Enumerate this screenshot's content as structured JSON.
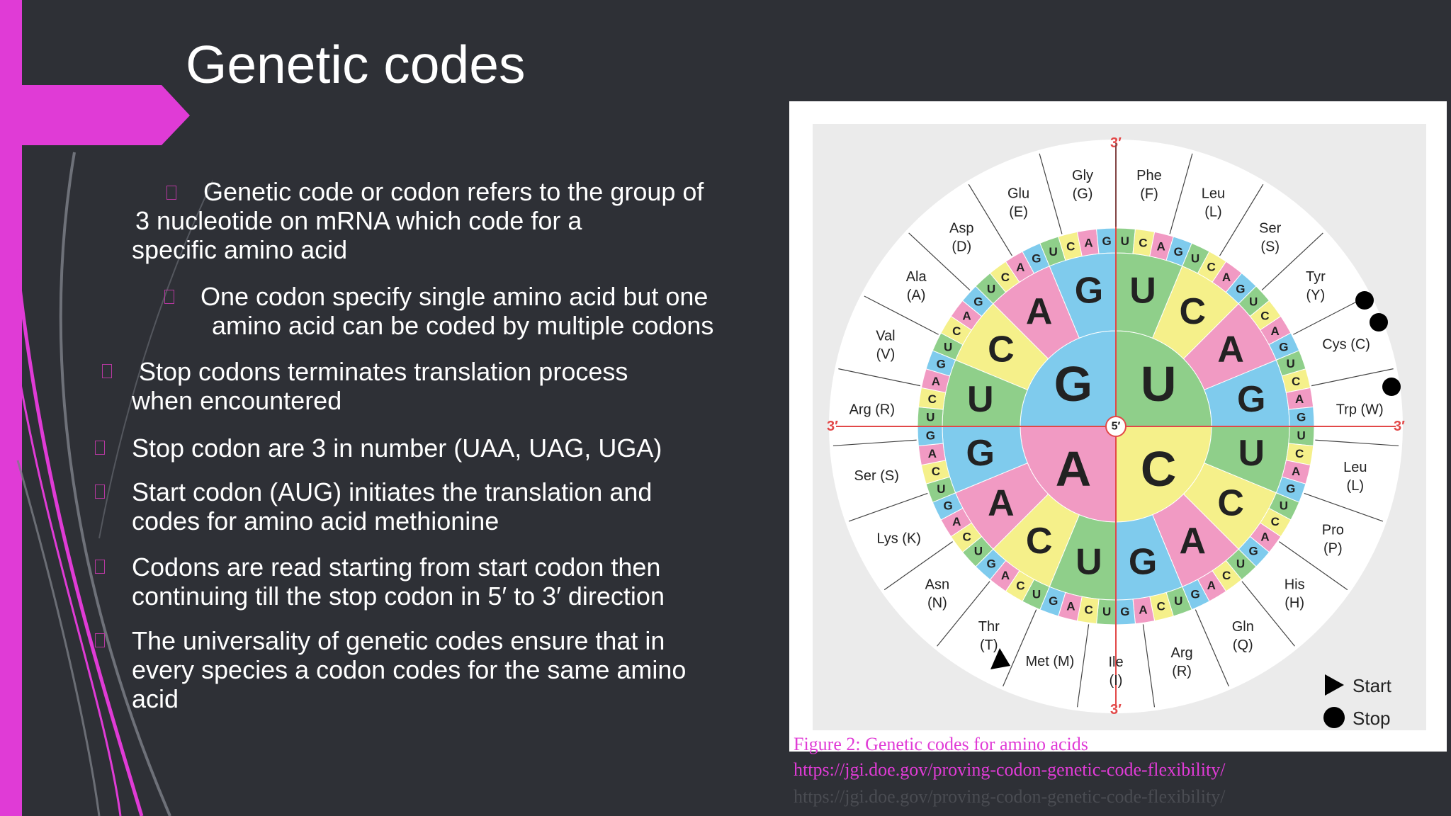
{
  "slide": {
    "title": "Genetic codes",
    "colors": {
      "accent": "#e03bd6",
      "background": "#2e3036",
      "text": "#ffffff"
    }
  },
  "bullets": [
    {
      "line1": "Genetic code or codon refers to the group of",
      "line2": "3 nucleotide on mRNA which code for a",
      "line3": "specific amino acid"
    },
    {
      "line1": "One codon specify single amino acid but one",
      "line2": "amino acid can be coded by multiple codons"
    },
    {
      "line1": "Stop codons terminates translation process",
      "line2": "when encountered"
    },
    {
      "line1": "Stop codon are 3 in number (UAA, UAG, UGA)"
    },
    {
      "line1": "Start codon (AUG) initiates the translation and",
      "line2": "codes for amino acid methionine"
    },
    {
      "line1": "Codons are read starting from start codon then",
      "line2": "continuing till the stop codon in 5′ to 3′ direction"
    },
    {
      "line1": "The universality of genetic codes ensure that in",
      "line2": "every species a codon codes for the same amino",
      "line3": "acid"
    }
  ],
  "figure": {
    "caption": "Figure 2: Genetic codes for amino acids",
    "url": "https://jgi.doe.gov/proving-codon-genetic-code-flexibility/",
    "wheel": {
      "center_label": "5′",
      "ends": {
        "top": "3′",
        "bottom": "3′",
        "left": "3′",
        "right": "3′"
      },
      "inner_ring": [
        "G",
        "U",
        "C",
        "A"
      ],
      "second_ring": [
        "U",
        "C",
        "A",
        "G",
        "U",
        "C",
        "A",
        "G",
        "U",
        "C",
        "A",
        "G",
        "U",
        "C",
        "A",
        "G"
      ],
      "third_ring": [
        "U",
        "C",
        "A",
        "G",
        "U",
        "C",
        "A",
        "G",
        "U",
        "C",
        "A",
        "G",
        "U",
        "C",
        "A",
        "G",
        "U",
        "C",
        "A",
        "G",
        "U",
        "C",
        "A",
        "G",
        "U",
        "C",
        "A",
        "G",
        "U",
        "C",
        "A",
        "G",
        "U",
        "C",
        "A",
        "G",
        "U",
        "C",
        "A",
        "G",
        "U",
        "C",
        "A",
        "G",
        "U",
        "C",
        "A",
        "G",
        "U",
        "C",
        "A",
        "G",
        "U",
        "C",
        "A",
        "G",
        "U",
        "C",
        "A",
        "G",
        "U",
        "C",
        "A",
        "G"
      ],
      "amino_acids": [
        [
          "Phe",
          "(F)"
        ],
        [
          "Leu",
          "(L)"
        ],
        [
          "Ser",
          "(S)"
        ],
        [
          "Tyr",
          "(Y)"
        ],
        [
          "Cys (C)",
          ""
        ],
        [
          "Trp (W)",
          ""
        ],
        [
          "Leu",
          "(L)"
        ],
        [
          "Pro",
          "(P)"
        ],
        [
          "His",
          "(H)"
        ],
        [
          "Gln",
          "(Q)"
        ],
        [
          "Arg",
          "(R)"
        ],
        [
          "Ile",
          "(I)"
        ],
        [
          "Met (M)",
          ""
        ],
        [
          "Thr",
          "(T)"
        ],
        [
          "Asn",
          "(N)"
        ],
        [
          "Lys (K)",
          ""
        ],
        [
          "Ser (S)",
          ""
        ],
        [
          "Arg (R)",
          ""
        ],
        [
          "Val",
          "(V)"
        ],
        [
          "Ala",
          "(A)"
        ],
        [
          "Asp",
          "(D)"
        ],
        [
          "Glu",
          "(E)"
        ],
        [
          "Gly",
          "(G)"
        ]
      ],
      "ring_colors": {
        "G": "#7fcbed",
        "U": "#8fcf8a",
        "C": "#f5f08a",
        "A": "#f19ac3"
      }
    },
    "legend": {
      "start": "Start",
      "stop": "Stop"
    }
  }
}
